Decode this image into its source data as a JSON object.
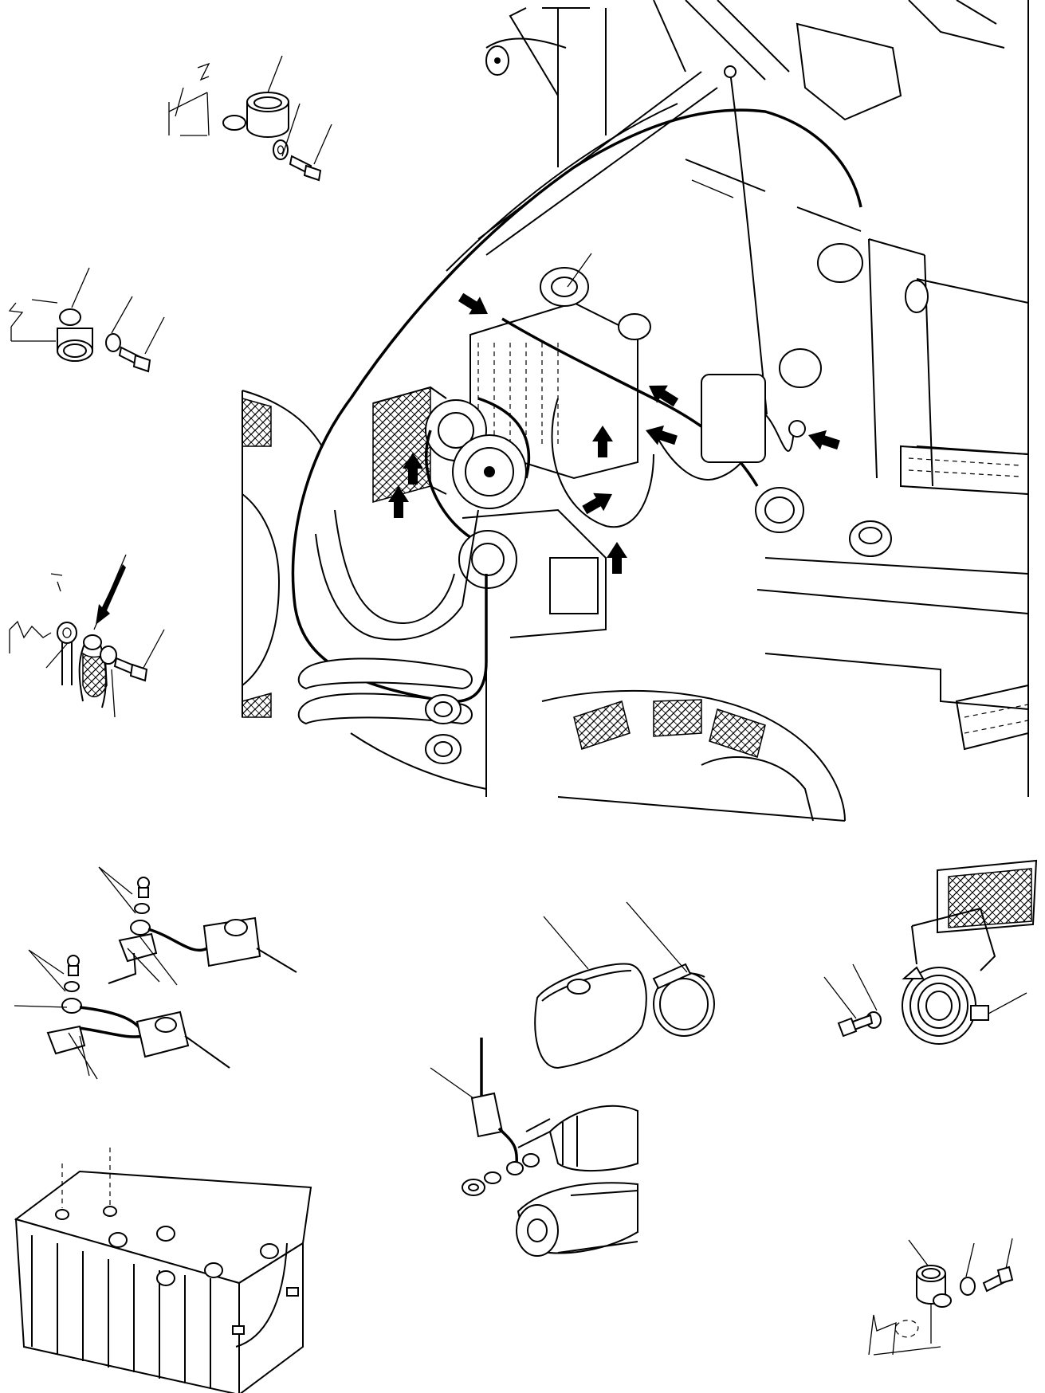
{
  "diagram": {
    "kind": "exploded-parts-illustration",
    "line_color": "#000000",
    "background": "#ffffff",
    "groups": [
      {
        "name": "grommet-with-washer-and-bolt-top-left"
      },
      {
        "name": "grommet-with-washer-and-bolt-left"
      },
      {
        "name": "ground-cable-terminal-with-washer-and-bolt"
      },
      {
        "name": "machine-front-engine-compartment"
      },
      {
        "name": "battery-with-terminal-cables"
      },
      {
        "name": "starter-motor-with-cover-and-clamp"
      },
      {
        "name": "horn-with-mounting-bolt"
      },
      {
        "name": "grommet-with-washer-and-bolt-bottom-right"
      }
    ],
    "callout_arrows": 12,
    "leader_lines": 22
  }
}
